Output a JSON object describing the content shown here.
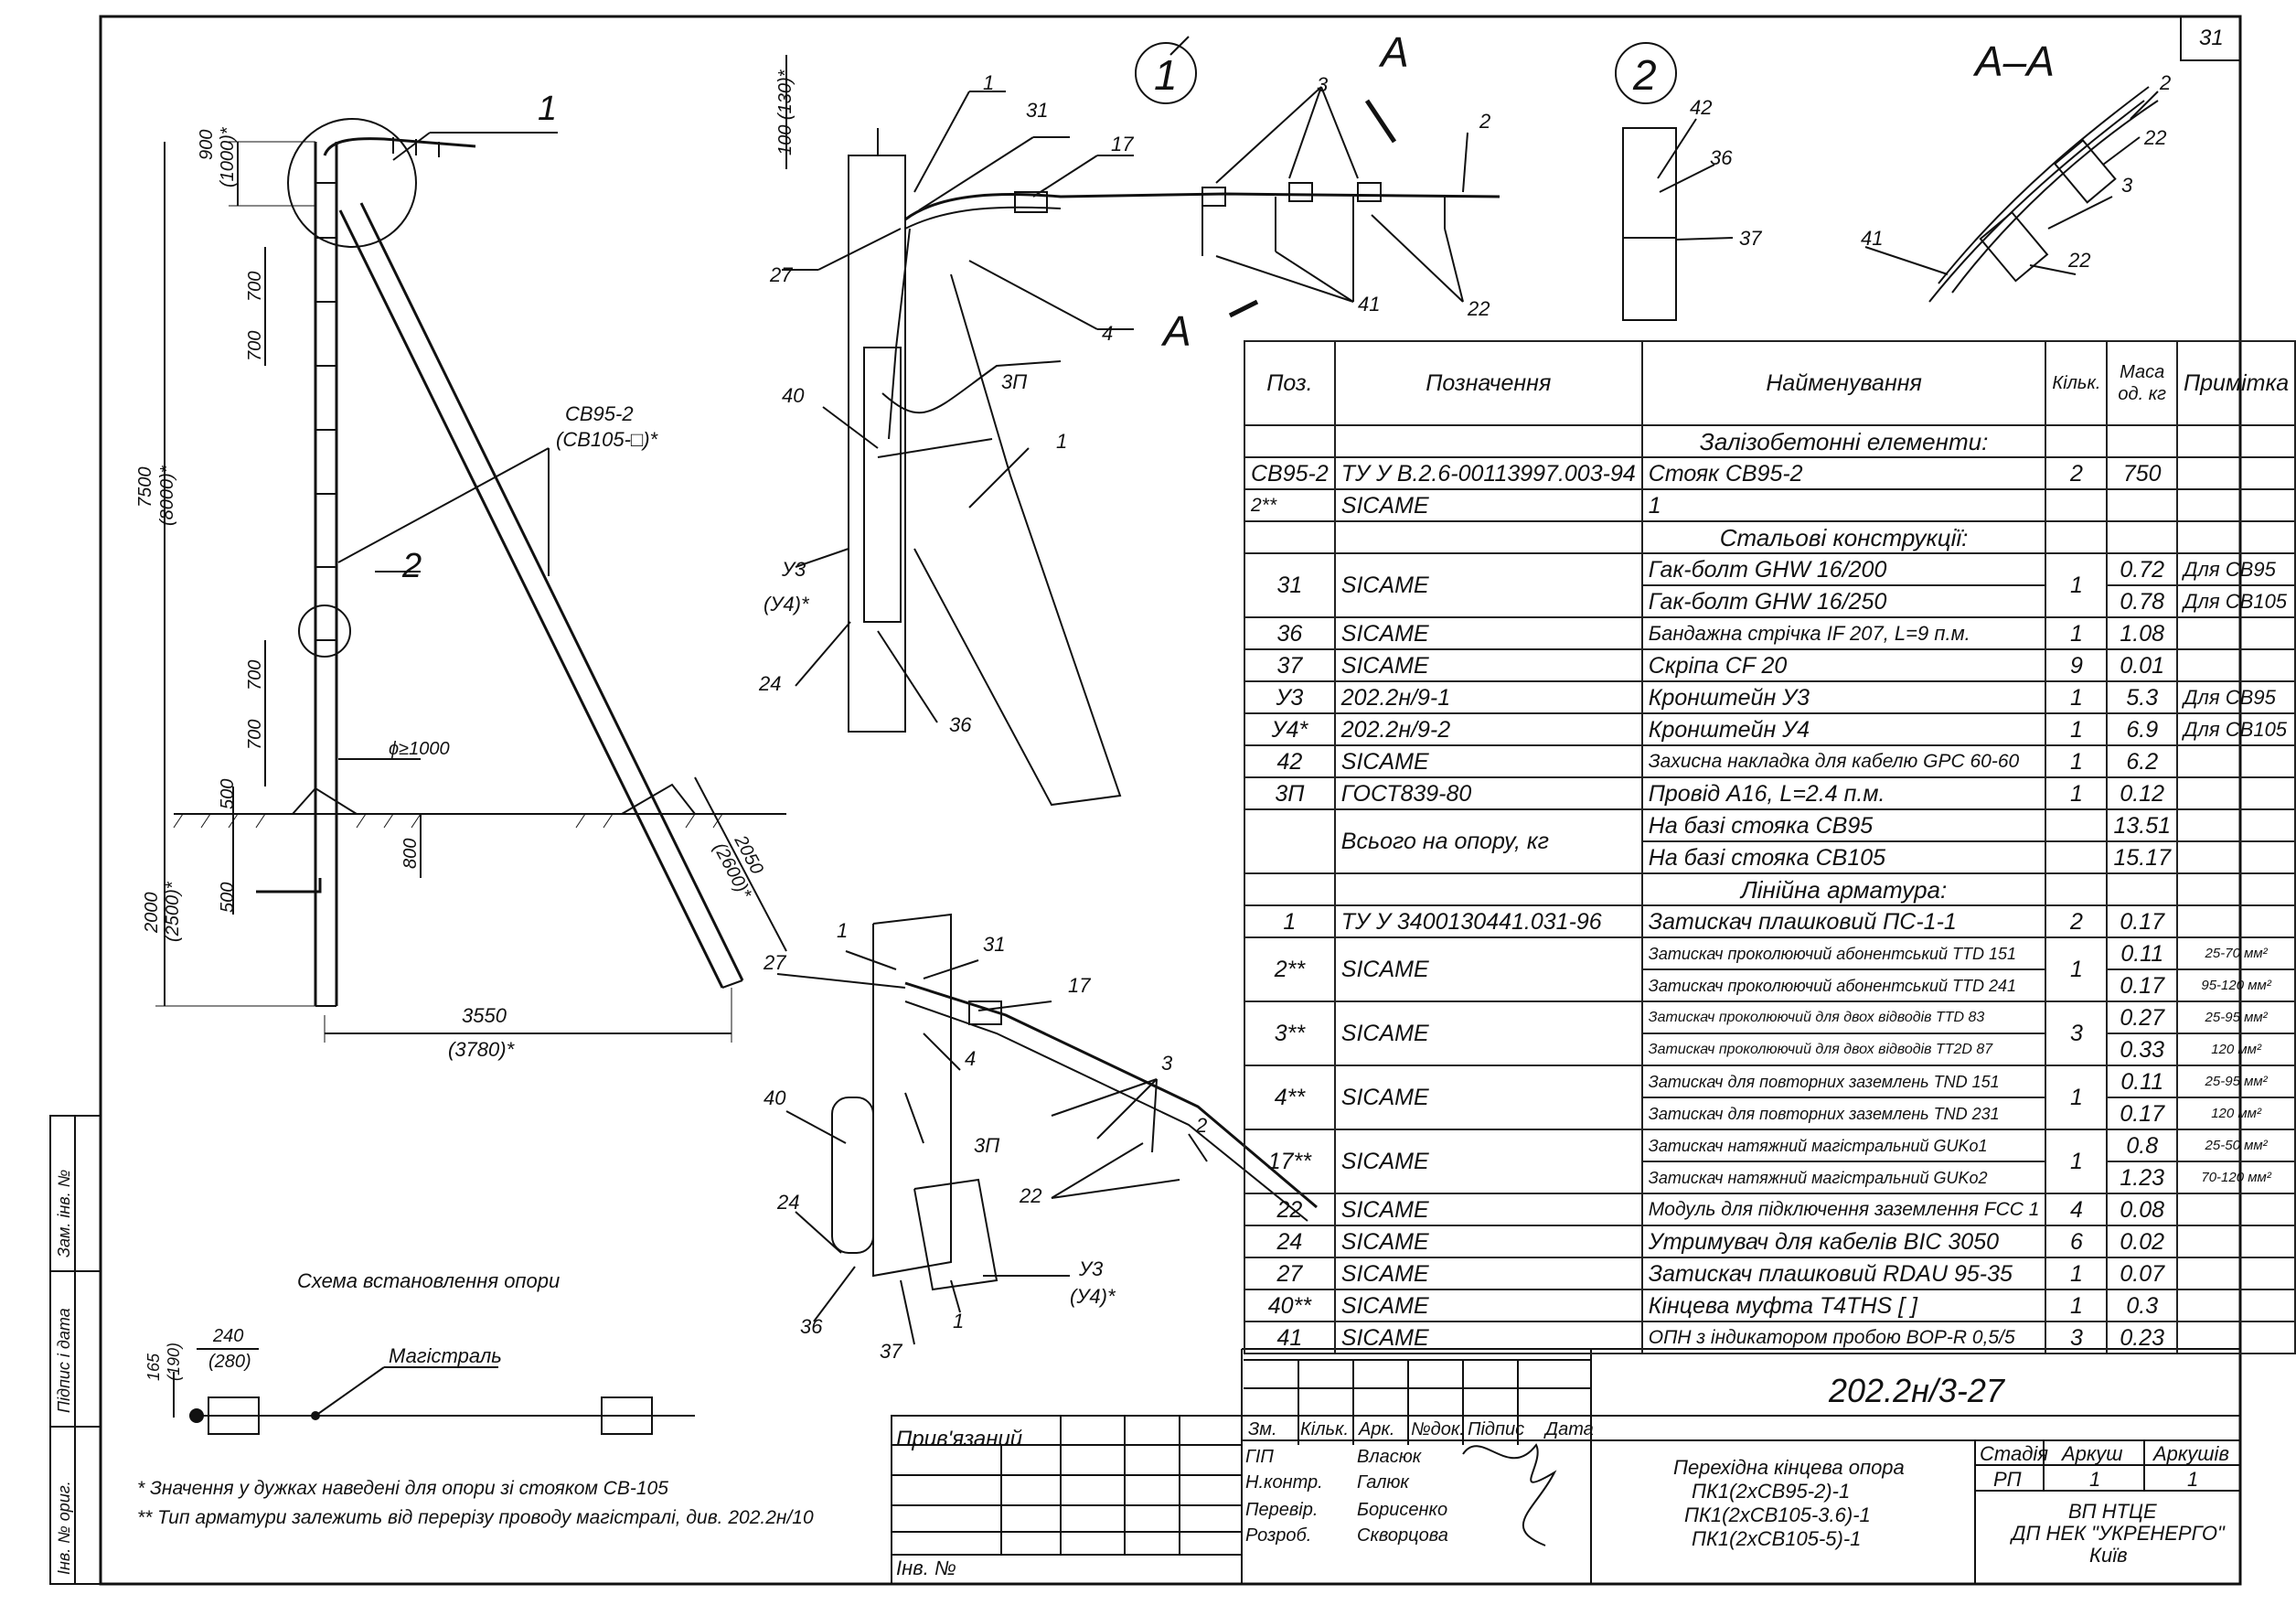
{
  "sheet_number": "31",
  "views": {
    "detail_1": "1",
    "detail_2": "2",
    "section_mark": "А",
    "section_title": "А–А"
  },
  "left_drawing": {
    "callout_1": "1",
    "callout_2": "2",
    "pole_label_1": "СВ95-2",
    "pole_label_2": "(СВ105-□)*",
    "dim_900": "900",
    "dim_1000": "(1000)*",
    "dim_700a": "700",
    "dim_700b": "700",
    "dim_7500": "7500",
    "dim_8000": "(8000)*",
    "dim_700c": "700",
    "dim_700d": "700",
    "dim_500a": "500",
    "dim_phi": "ϕ≥1000",
    "dim_800": "800",
    "dim_500b": "500",
    "dim_2000": "2000",
    "dim_2500": "(2500)*",
    "dim_2050": "2050",
    "dim_2600": "(2600)*",
    "dim_3550": "3550",
    "dim_3780": "(3780)*"
  },
  "detail1_labels": [
    "1",
    "31",
    "17",
    "3",
    "2",
    "27",
    "4",
    "41",
    "22",
    "40",
    "3П",
    "1",
    "У3",
    "(У4)*",
    "24",
    "36",
    "100 (130)*"
  ],
  "detail2_labels": [
    "42",
    "36",
    "37"
  ],
  "section_labels": [
    "2",
    "22",
    "3",
    "41",
    "22"
  ],
  "iso_labels": [
    "1",
    "31",
    "27",
    "17",
    "4",
    "3",
    "40",
    "3П",
    "2",
    "22",
    "24",
    "У3",
    "(У4)*",
    "36",
    "37",
    "1"
  ],
  "scheme": {
    "title": "Схема встановлення опори",
    "main_line": "Магістраль",
    "dim_165": "165",
    "dim_190": "(190)",
    "dim_240": "240",
    "dim_280": "(280)"
  },
  "notes": [
    "* Значення у дужках наведені для опори зі стояком СВ-105",
    "** Тип арматури залежить від перерізу проводу магістралі, див. 202.2н/10"
  ],
  "left_stamp": [
    "Інв. № ориг.",
    "Підпис і дата",
    "Зам. інв. №"
  ],
  "spec_table": {
    "headers": [
      "Поз.",
      "Позначення",
      "Найменування",
      "Кільк.",
      "Маса од. кг",
      "Примітка"
    ],
    "sections": {
      "s1": "Залізобетонні елементи:",
      "s2": "Стальові конструкції:",
      "s3": "Лінійна арматура:"
    },
    "rows": {
      "r1": [
        "СВ95-2",
        "ТУ У В.2.6-00113997.003-94",
        "Стояк СВ95-2",
        "2",
        "750",
        ""
      ],
      "r2": [
        "2**",
        "SICAME",
        "1"
      ],
      "r31": [
        "31",
        "SICAME"
      ],
      "r31a": [
        "Гак-болт GHW 16/200",
        "0.72",
        "Для СВ95"
      ],
      "r31b": [
        "Гак-болт GHW 16/250",
        "0.78",
        "Для СВ105"
      ],
      "r31q": "1",
      "r36": [
        "36",
        "SICAME",
        "Бандажна стрічка IF 207, L=9 п.м.",
        "1",
        "1.08",
        ""
      ],
      "r37": [
        "37",
        "SICAME",
        "Скріпа CF 20",
        "9",
        "0.01",
        ""
      ],
      "rU3": [
        "У3",
        "202.2н/9-1",
        "Кронштейн У3",
        "1",
        "5.3",
        "Для СВ95"
      ],
      "rU4": [
        "У4*",
        "202.2н/9-2",
        "Кронштейн У4",
        "1",
        "6.9",
        "Для СВ105"
      ],
      "r42": [
        "42",
        "SICAME",
        "Захисна накладка для кабелю GPC 60-60",
        "1",
        "6.2",
        ""
      ],
      "r3P": [
        "3П",
        "ГОСТ839-80",
        "Провід А16, L=2.4 п.м.",
        "1",
        "0.12",
        ""
      ],
      "rTot": [
        "Всього на опору, кг"
      ],
      "rTotA": [
        "На базі стояка СВ95",
        "13.51"
      ],
      "rTotB": [
        "На базі стояка СВ105",
        "15.17"
      ],
      "r1a": [
        "1",
        "ТУ У 3400130441.031-96",
        "Затискач плашковий ПС-1-1",
        "2",
        "0.17",
        ""
      ],
      "r2a": [
        "Затискач проколюючий абонентський TTD 151",
        "0.11",
        "25-70 мм²"
      ],
      "r2b": [
        "Затискач проколюючий абонентський TTD 241",
        "0.17",
        "95-120 мм²"
      ],
      "r3": [
        "3**",
        "SICAME",
        "3"
      ],
      "r3a": [
        "Затискач проколюючий для двох відводів TTD 83",
        "0.27",
        "25-95 мм²"
      ],
      "r3b": [
        "Затискач проколюючий для двох відводів TT2D 87",
        "0.33",
        "120 мм²"
      ],
      "r4": [
        "4**",
        "SICAME",
        "1"
      ],
      "r4a": [
        "Затискач для повторних заземлень TND 151",
        "0.11",
        "25-95 мм²"
      ],
      "r4b": [
        "Затискач для повторних заземлень TND 231",
        "0.17",
        "120 мм²"
      ],
      "r17": [
        "17**",
        "SICAME",
        "1"
      ],
      "r17a": [
        "Затискач натяжний магістральний GUKo1",
        "0.8",
        "25-50 мм²"
      ],
      "r17b": [
        "Затискач натяжний магістральний GUKo2",
        "1.23",
        "70-120 мм²"
      ],
      "r22": [
        "22",
        "SICAME",
        "Модуль для підключення заземлення FCC 1",
        "4",
        "0.08",
        ""
      ],
      "r24": [
        "24",
        "SICAME",
        "Утримувач для кабелів BIC 3050",
        "6",
        "0.02",
        ""
      ],
      "r27": [
        "27",
        "SICAME",
        "Затискач плашковий RDAU 95-35",
        "1",
        "0.07",
        ""
      ],
      "r40": [
        "40**",
        "SICAME",
        "Кінцева муфта T4THS [         ]",
        "1",
        "0.3",
        ""
      ],
      "r41": [
        "41",
        "SICAME",
        "ОПН з індикатором пробою BOP-R 0,5/5",
        "3",
        "0.23",
        ""
      ]
    }
  },
  "title_block": {
    "doc_code": "202.2н/3-27",
    "bound": "Прив'язаний",
    "inv": "Інв. №",
    "head": [
      "Зм.",
      "Кільк.",
      "Арк.",
      "№док.",
      "Підпис",
      "Дата"
    ],
    "roles": [
      "ГІП",
      "Н.контр.",
      "Перевір.",
      "Розроб."
    ],
    "names": [
      "Власюк",
      "Галюк",
      "Борисенко",
      "Скворцова"
    ],
    "desc": [
      "Перехідна кінцева опора",
      "ПК1(2хСВ95-2)-1",
      "ПК1(2хСВ105-3.6)-1",
      "ПК1(2хСВ105-5)-1"
    ],
    "stage_h": [
      "Стадія",
      "Аркуш",
      "Аркушів"
    ],
    "stage_v": [
      "РП",
      "1",
      "1"
    ],
    "org": [
      "ВП НТЦЕ",
      "ДП НЕК \"УКРЕНЕРГО\"",
      "Київ"
    ]
  }
}
